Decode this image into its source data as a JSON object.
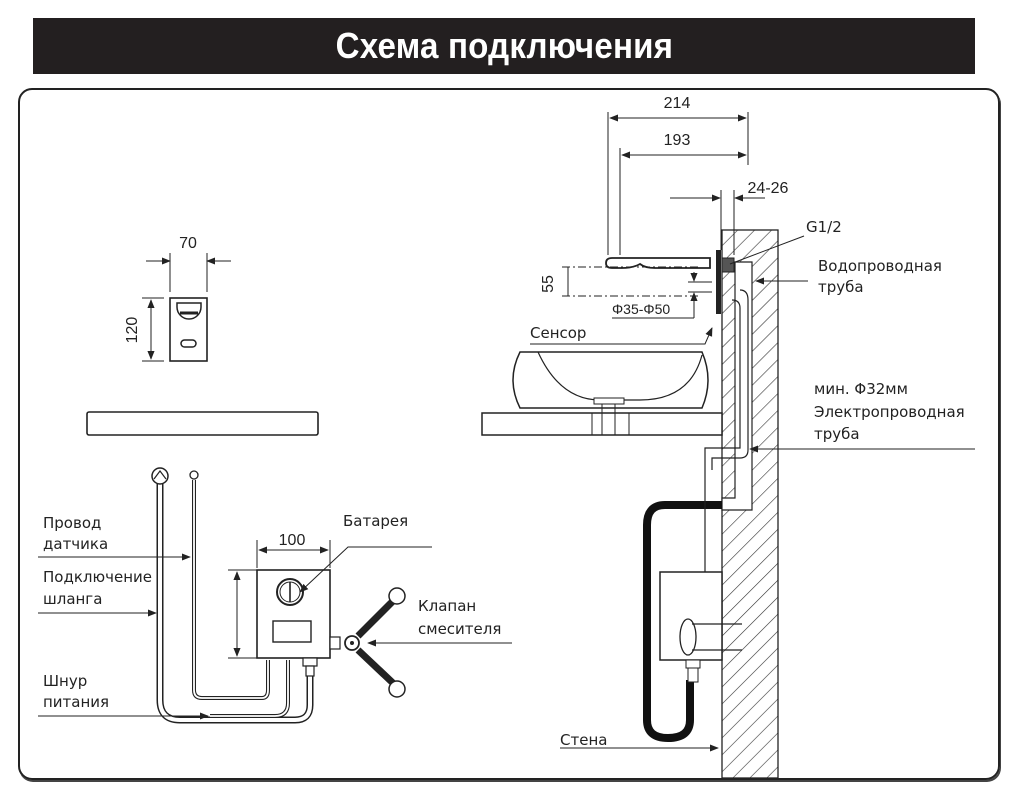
{
  "title": "Схема подключения",
  "sensor_panel": {
    "width_dim": "70",
    "height_dim": "120"
  },
  "control_box": {
    "width_dim": "100",
    "labels": {
      "sensor_wire": [
        "Провод",
        "датчика"
      ],
      "hose_connection": [
        "Подключение",
        "шланга"
      ],
      "power_cord": [
        "Шнур",
        "питания"
      ],
      "battery": "Батарея",
      "mixer_valve": [
        "Клапан",
        "смесителя"
      ]
    }
  },
  "side_view": {
    "dims": {
      "overall_length": "214",
      "spout_length": "193",
      "wall_gap": "24-26",
      "height": "55",
      "hole_diameter": "Φ35-Φ50"
    },
    "labels": {
      "thread": "G1/2",
      "water_pipe": [
        "Водопроводная",
        "труба"
      ],
      "sensor": "Сенсор",
      "conduit": [
        "мин. Φ32мм",
        "Электропроводная",
        "труба"
      ],
      "wall": "Стена"
    }
  },
  "colors": {
    "title_bg": "#231f20",
    "title_fg": "#ffffff",
    "line": "#222222",
    "hose": "#111111"
  }
}
